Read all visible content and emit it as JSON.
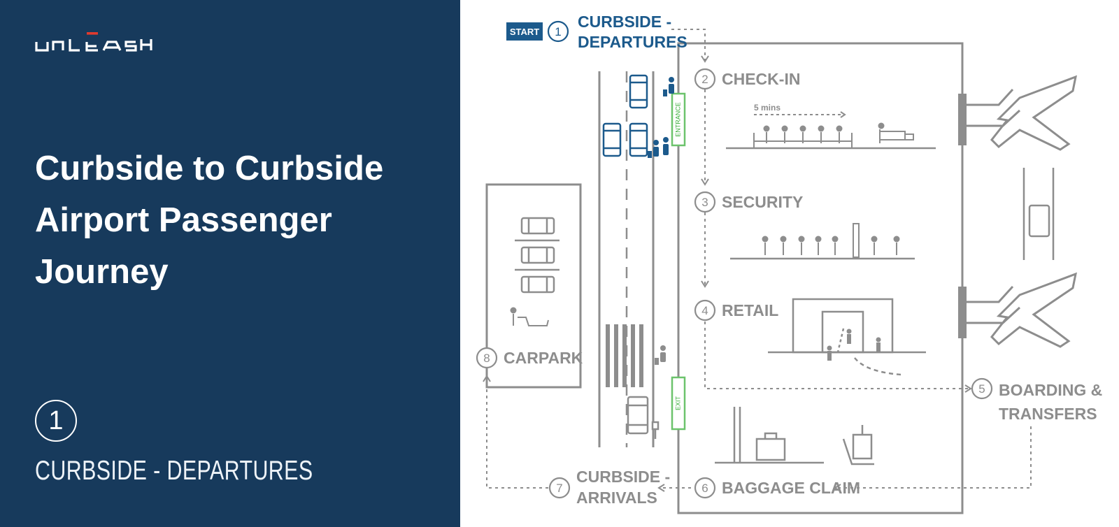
{
  "brand": {
    "logo_text": "UNLEASH"
  },
  "page": {
    "title": "Curbside to Curbside Airport Passenger Journey",
    "current_step_number": "1",
    "current_step_label": "CURBSIDE - DEPARTURES"
  },
  "diagram": {
    "start_badge": "START",
    "steps": [
      {
        "num": "1",
        "line1": "CURBSIDE -",
        "line2": "DEPARTURES"
      },
      {
        "num": "2",
        "line1": "CHECK-IN",
        "line2": ""
      },
      {
        "num": "3",
        "line1": "SECURITY",
        "line2": ""
      },
      {
        "num": "4",
        "line1": "RETAIL",
        "line2": ""
      },
      {
        "num": "5",
        "line1": "BOARDING &",
        "line2": "TRANSFERS"
      },
      {
        "num": "6",
        "line1": "BAGGAGE CLAIM",
        "line2": ""
      },
      {
        "num": "7",
        "line1": "CURBSIDE -",
        "line2": "ARRIVALS"
      },
      {
        "num": "8",
        "line1": "CARPARK",
        "line2": ""
      }
    ],
    "queue_time": "5 mins",
    "entrance_label": "ENTRANCE",
    "exit_label": "EXIT"
  },
  "colors": {
    "panel": "#173a5c",
    "accent_blue": "#1c5a8c",
    "line_gray": "#8d8d8d",
    "door_green": "#6cc36c",
    "logo_red": "#e03a2e"
  }
}
